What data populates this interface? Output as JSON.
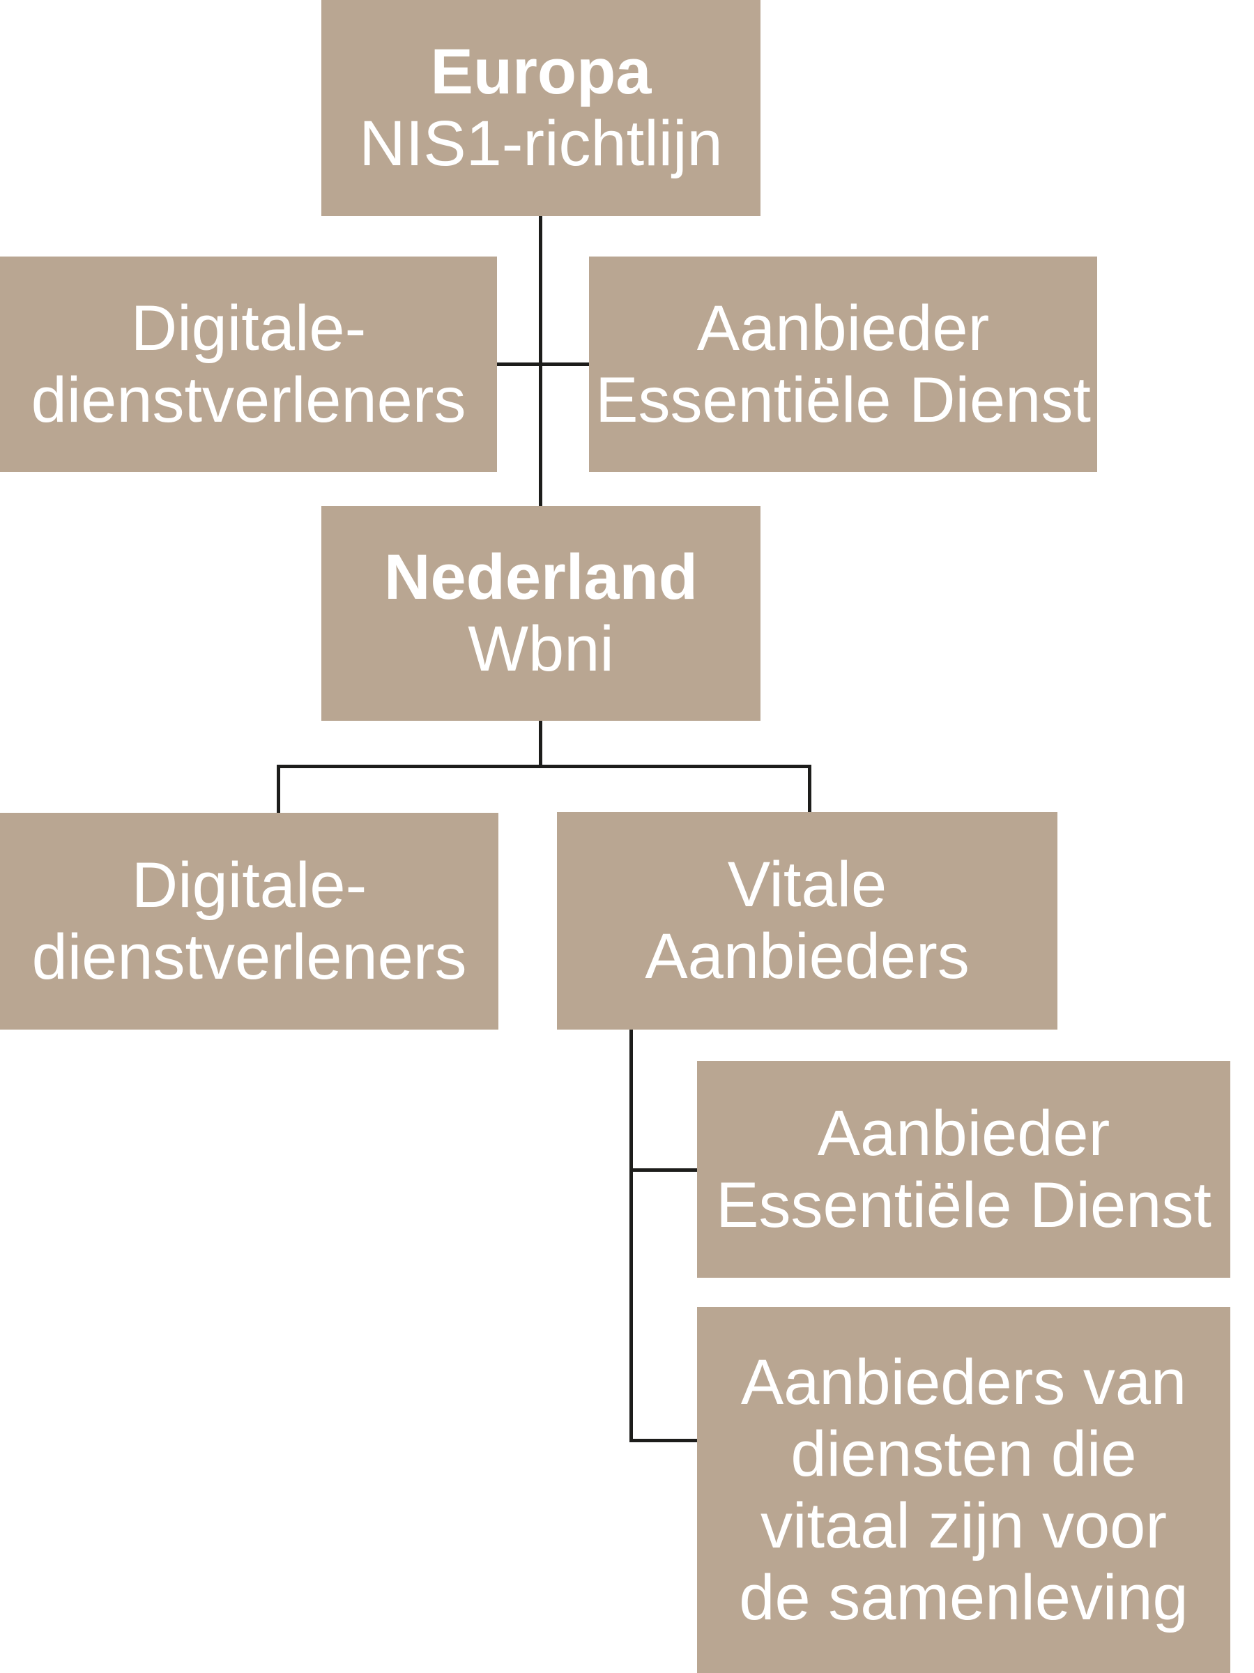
{
  "colors": {
    "box": "#b9a692",
    "line": "#1d1d1b",
    "text": "#ffffff",
    "background": "#ffffff"
  },
  "nodes": {
    "europa": {
      "title": "Europa",
      "subtitle": "NIS1-richtlijn"
    },
    "digitale_eu": {
      "lines": [
        "Digitale-",
        "dienstverleners"
      ]
    },
    "aanbieder_eu": {
      "lines": [
        "Aanbieder",
        "Essentiële Dienst"
      ]
    },
    "nederland": {
      "title": "Nederland",
      "subtitle": "Wbni"
    },
    "digitale_nl": {
      "lines": [
        "Digitale-",
        "dienstverleners"
      ]
    },
    "vitale": {
      "lines": [
        "Vitale",
        "Aanbieders"
      ]
    },
    "aanbieder_nl": {
      "lines": [
        "Aanbieder",
        "Essentiële Dienst"
      ]
    },
    "vitaal_samenleving": {
      "lines": [
        "Aanbieders van",
        "diensten die",
        "vitaal zijn voor",
        "de samenleving"
      ]
    }
  }
}
